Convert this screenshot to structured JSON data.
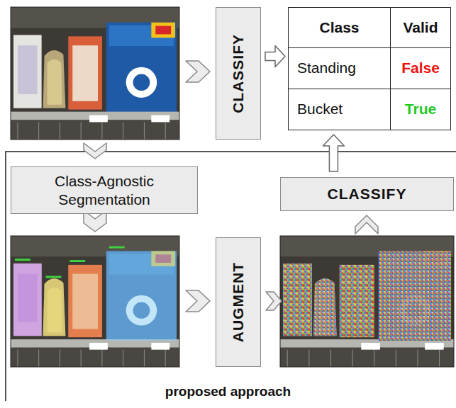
{
  "diagram": {
    "nodes": [
      {
        "text": [
          "CLASSIFY"
        ]
      },
      {
        "text": [
          "Class",
          "Valid",
          "Standing",
          "False",
          "Bucket",
          "True"
        ]
      },
      {
        "text": [
          "Class-Agnostic Segmentation"
        ]
      },
      {
        "text": [
          "AUGMENT"
        ]
      },
      {
        "text": [
          "CLASSIFY"
        ]
      }
    ],
    "edges": [
      {
        "from": 0,
        "to": 1,
        "arrow": "to"
      },
      {
        "from": 4,
        "to": 1,
        "arrow": "to"
      }
    ],
    "labels": [
      "proposed approach"
    ]
  }
}
